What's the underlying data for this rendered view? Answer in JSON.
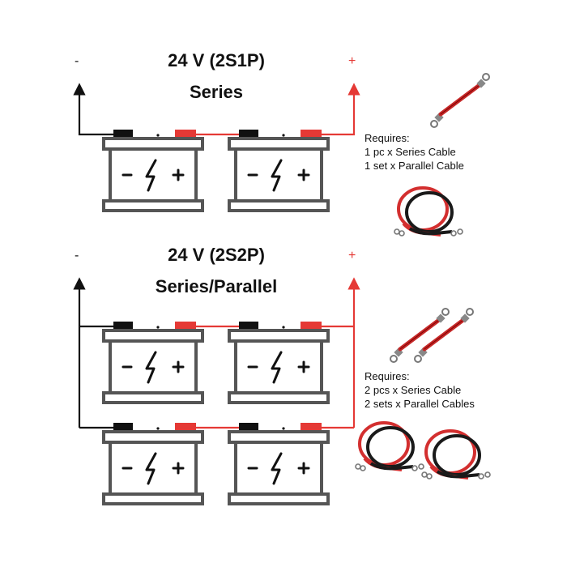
{
  "colors": {
    "red": "#e53935",
    "black": "#111111",
    "battery_outline": "#555555"
  },
  "section_1": {
    "title_line1": "24 V (2S1P)",
    "title_line2": "Series",
    "neg_label": "-",
    "pos_label": "+",
    "requires": [
      "Requires:",
      "1 pc x Series Cable",
      "1 set x Parallel Cable"
    ]
  },
  "section_2": {
    "title_line1": "24 V (2S2P)",
    "title_line2": "Series/Parallel",
    "neg_label": "-",
    "pos_label": "+",
    "requires": [
      "Requires:",
      "2 pcs x Series Cable",
      "2 sets x Parallel Cables"
    ]
  },
  "icons": {
    "battery": "battery-icon",
    "series_cable": "series-cable-icon",
    "parallel_cable": "parallel-cable-icon"
  }
}
